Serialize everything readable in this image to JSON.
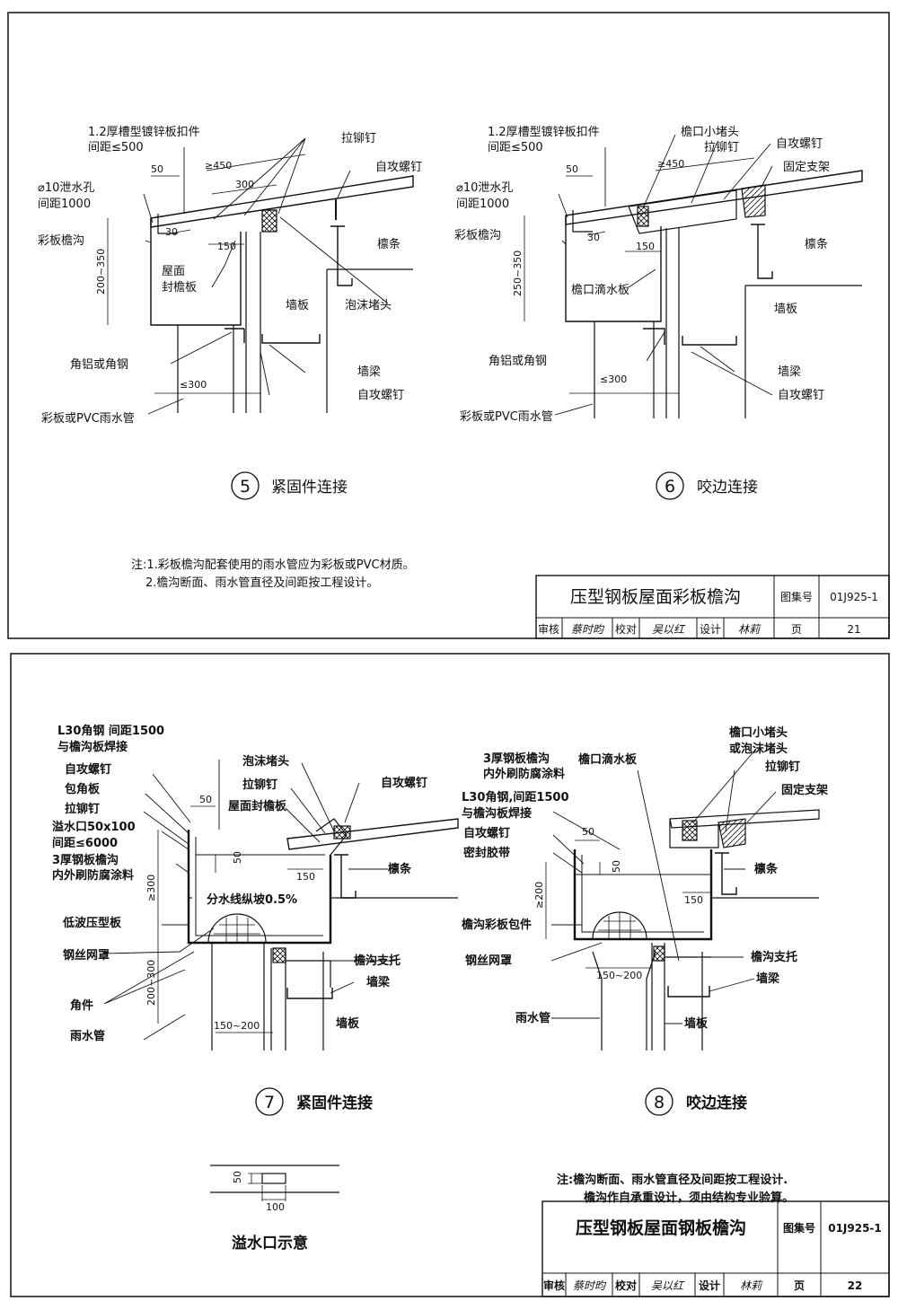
{
  "sheet21": {
    "det5": {
      "labels": {
        "clip": "1.2厚槽型镀锌板扣件",
        "clip_spacing": "间距≤500",
        "rivet": "拉铆钉",
        "screw": "自攻螺钉",
        "drain_hole": "⌀10泄水孔",
        "drain_spacing": "间距1000",
        "gutter": "彩板檐沟",
        "purlin": "檩条",
        "eave_board_1": "屋面",
        "eave_board_2": "封檐板",
        "wall": "墙板",
        "foam": "泡沫堵头",
        "angle": "角铝或角钢",
        "wall_beam": "墙梁",
        "screw2": "自攻螺钉",
        "downpipe": "彩板或PVC雨水管"
      },
      "dims": {
        "d50": "50",
        "d450": "≥450",
        "d300": "300",
        "d30": "30",
        "d150": "150",
        "height": "200~350",
        "d300b": "≤300"
      },
      "caption_num": "5",
      "caption": "紧固件连接"
    },
    "det6": {
      "labels": {
        "clip": "1.2厚槽型镀锌板扣件",
        "clip_spacing": "间距≤500",
        "eave_plug": "檐口小堵头",
        "rivet": "拉铆钉",
        "screw": "自攻螺钉",
        "bracket": "固定支架",
        "drain_hole": "⌀10泄水孔",
        "drain_spacing": "间距1000",
        "gutter": "彩板檐沟",
        "purlin": "檩条",
        "drip": "檐口滴水板",
        "wall": "墙板",
        "angle": "角铝或角钢",
        "wall_beam": "墙梁",
        "screw2": "自攻螺钉",
        "downpipe": "彩板或PVC雨水管"
      },
      "dims": {
        "d50": "50",
        "d450": "≥450",
        "d30": "30",
        "d150": "150",
        "height": "250~350",
        "d300b": "≤300"
      },
      "caption_num": "6",
      "caption": "咬边连接"
    },
    "notes": [
      "注:1.彩板檐沟配套使用的雨水管应为彩板或PVC材质。",
      "2.檐沟断面、雨水管直径及间距按工程设计。"
    ],
    "title_block": {
      "title": "压型钢板屋面彩板檐沟",
      "atlas_label": "图集号",
      "atlas_no": "01J925-1",
      "review": "审核",
      "review_sig": "蔡时昀",
      "check": "校对",
      "check_sig": "吴以红",
      "design": "设计",
      "design_sig": "林莉",
      "page_label": "页",
      "page_no": "21"
    }
  },
  "sheet22": {
    "det7": {
      "labels": {
        "angle_steel_1": "L30角钢 间距1500",
        "angle_steel_2": "与檐沟板焊接",
        "screw": "自攻螺钉",
        "wrap": "包角板",
        "rivet": "拉铆钉",
        "overflow_1": "溢水口50x100",
        "overflow_2": "间距≤6000",
        "gutter_1": "3厚钢板檐沟",
        "gutter_2": "内外刷防腐涂料",
        "low_wave": "低波压型板",
        "mesh": "钢丝网罩",
        "angle_part": "角件",
        "downpipe": "雨水管",
        "foam": "泡沫堵头",
        "rivet2": "拉铆钉",
        "eave_board": "屋面封檐板",
        "screw2": "自攻螺钉",
        "purlin": "檩条",
        "slope": "分水线纵坡0.5%",
        "support": "檐沟支托",
        "wall_beam": "墙梁",
        "wall": "墙板"
      },
      "dims": {
        "d50": "50",
        "d50b": "50",
        "d150": "150",
        "h300": "≥300",
        "h200": "200~300",
        "w150": "150~200"
      },
      "caption_num": "7",
      "caption": "紧固件连接"
    },
    "det8": {
      "labels": {
        "eave_plug_1": "檐口小堵头",
        "eave_plug_2": "或泡沫堵头",
        "gutter_1": "3厚钢板檐沟",
        "gutter_2": "内外刷防腐涂料",
        "drip": "檐口滴水板",
        "rivet": "拉铆钉",
        "bracket": "固定支架",
        "angle_steel_1": "L30角钢,间距1500",
        "angle_steel_2": "与檐沟板焊接",
        "screw": "自攻螺钉",
        "sealant": "密封胶带",
        "purlin": "檩条",
        "wrap": "檐沟彩板包件",
        "mesh": "钢丝网罩",
        "support": "檐沟支托",
        "wall_beam": "墙梁",
        "downpipe": "雨水管",
        "wall": "墙板"
      },
      "dims": {
        "d50": "50",
        "d50b": "50",
        "d150": "150",
        "h200": "≥200",
        "w150": "150~200"
      },
      "caption_num": "8",
      "caption": "咬边连接"
    },
    "overflow": {
      "d50": "50",
      "d100": "100",
      "caption": "溢水口示意"
    },
    "notes": [
      "注:檐沟断面、雨水管直径及间距按工程设计.",
      "檐沟作自承重设计，须由结构专业验算。"
    ],
    "title_block": {
      "title": "压型钢板屋面钢板檐沟",
      "atlas_label": "图集号",
      "atlas_no": "01J925-1",
      "review": "审核",
      "review_sig": "蔡时昀",
      "check": "校对",
      "check_sig": "吴以红",
      "design": "设计",
      "design_sig": "林莉",
      "page_label": "页",
      "page_no": "22"
    }
  }
}
